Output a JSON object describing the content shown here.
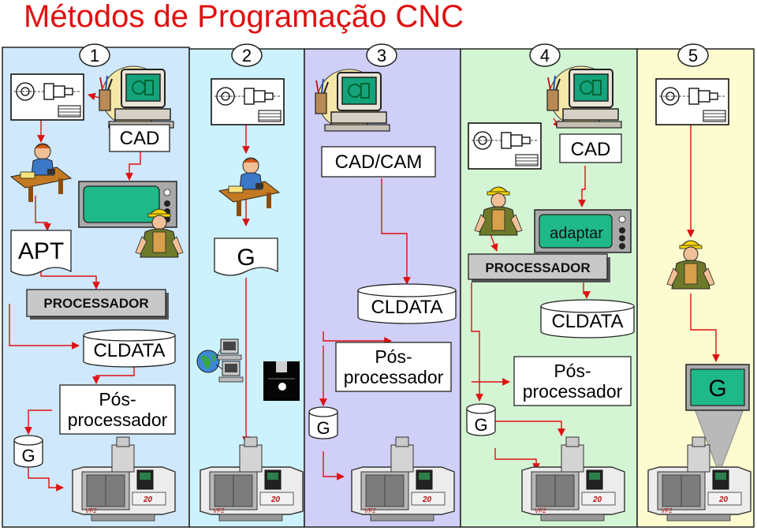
{
  "title": "Métodos de Programação CNC",
  "colors": {
    "title": "#e01010",
    "arrow": "#dd1111",
    "col1": "#cfe8fb",
    "col2": "#ccf2fd",
    "col3": "#cfcff8",
    "col4": "#d4f5d4",
    "col5": "#fdfbd0",
    "monitor_screen": "#1fb889",
    "processor_fill": "#c8c8c8"
  },
  "columns": [
    {
      "number": "1",
      "cad_label": "CAD",
      "apt_label": "APT",
      "processor_label": "PROCESSADOR",
      "cldata_label": "CLDATA",
      "post_line1": "Pós-",
      "post_line2": "processador",
      "g_label": "G"
    },
    {
      "number": "2",
      "g_label": "G"
    },
    {
      "number": "3",
      "cadcam_label": "CAD/CAM",
      "cldata_label": "CLDATA",
      "post_line1": "Pós-",
      "post_line2": "processador",
      "g_label": "G"
    },
    {
      "number": "4",
      "cad_label": "CAD",
      "adapt_label": "adaptar",
      "processor_label": "PROCESSADOR",
      "cldata_label": "CLDATA",
      "post_line1": "Pós-",
      "post_line2": "processador",
      "g_label": "G"
    },
    {
      "number": "5",
      "g_label": "G"
    }
  ],
  "icons": [
    "part-drawing-icon",
    "computer-cad-icon",
    "programmer-desk-icon",
    "operator-icon",
    "monitor-icon",
    "network-computers-icon",
    "floppy-disk-icon",
    "cnc-machine-icon",
    "control-panel-icon"
  ]
}
